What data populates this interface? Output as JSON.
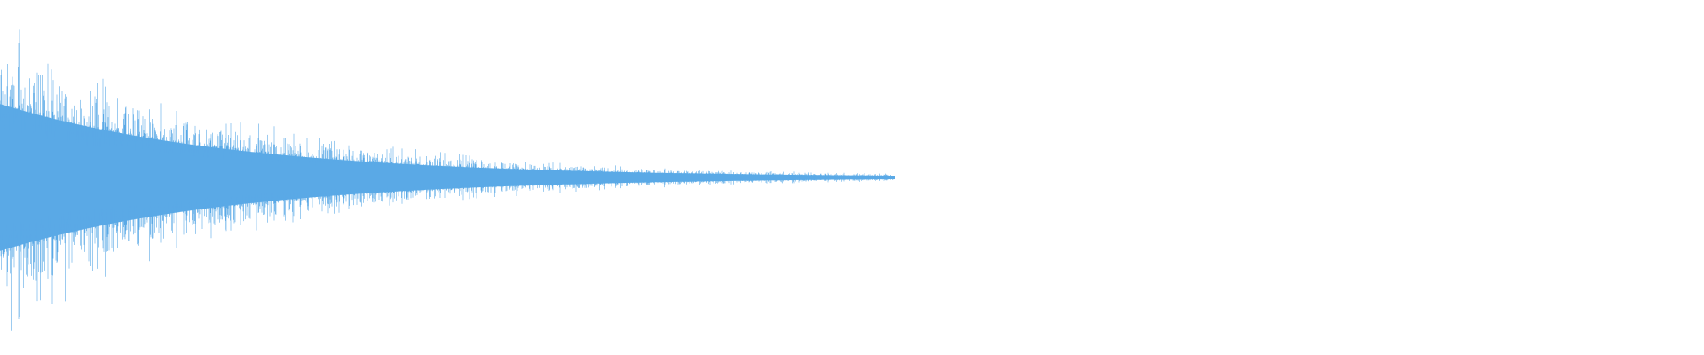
{
  "waveform": {
    "color": "#5aa9e6",
    "background": "#ffffff",
    "channels": 1,
    "decay": "exponential",
    "visible_duration_fraction": 0.525,
    "peak_amplitude_fraction": 0.51,
    "tail_amplitude_fraction": 0.012
  }
}
